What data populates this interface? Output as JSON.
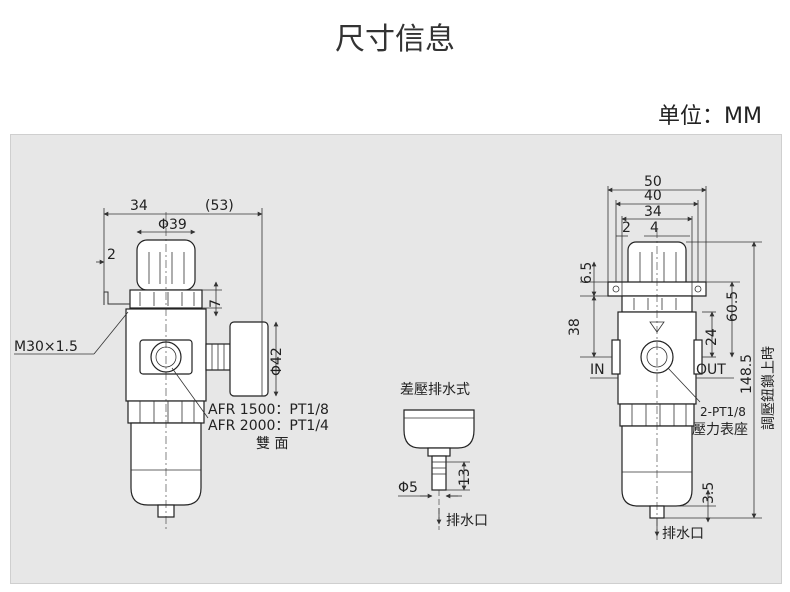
{
  "page": {
    "title": "尺寸信息",
    "unit": "单位：MM"
  },
  "front_view": {
    "dim_width": "34",
    "dim_width_total": "(53)",
    "dim_cap": "Φ39",
    "dim_offset": "2",
    "dim_cap_height": "7",
    "thread": "M30×1.5",
    "dim_gauge": "Φ42",
    "port_line1": "AFR 1500：PT1/8",
    "port_line2": "AFR 2000：PT1/4",
    "port_note": "雙 面"
  },
  "drain_detail": {
    "title": "差壓排水式",
    "dim_pipe": "Φ5",
    "dim_length": "13",
    "drain_label": "排水口"
  },
  "side_view": {
    "dim_50": "50",
    "dim_40": "40",
    "dim_34": "34",
    "dim_2": "2",
    "dim_4": "4",
    "dim_6_5": "6.5",
    "dim_38": "38",
    "dim_24": "24",
    "dim_60_5": "60.5",
    "dim_148_5": "148.5",
    "dim_3_5": "3.5",
    "in_label": "IN",
    "out_label": "OUT",
    "gauge_port": "2-PT1/8",
    "gauge_seat": "壓力表座",
    "knob_label": "調壓鈕鎖上時",
    "drain_label": "排水口"
  }
}
